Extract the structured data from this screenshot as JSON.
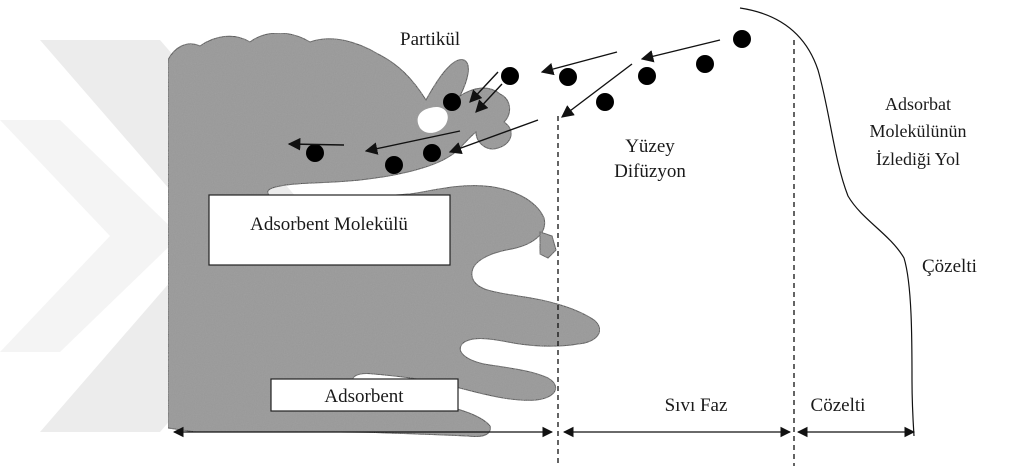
{
  "labels": {
    "particle": "Partikül",
    "surface_diffusion": [
      "Yüzey",
      "Difüzyon"
    ],
    "adsorbate_path": [
      "Adsorbat",
      "Molekülünün",
      "İzlediği Yol"
    ],
    "solution_upper": "Çözelti",
    "adsorbent_molecule": "Adsorbent Molekülü",
    "adsorbent": "Adsorbent",
    "liquid_phase": "Sıvı Faz",
    "solution_lower": "Cözelti"
  },
  "colors": {
    "adsorbent_fill": "#9a9a9a",
    "ink": "#111111",
    "watermark": "#ececec"
  }
}
